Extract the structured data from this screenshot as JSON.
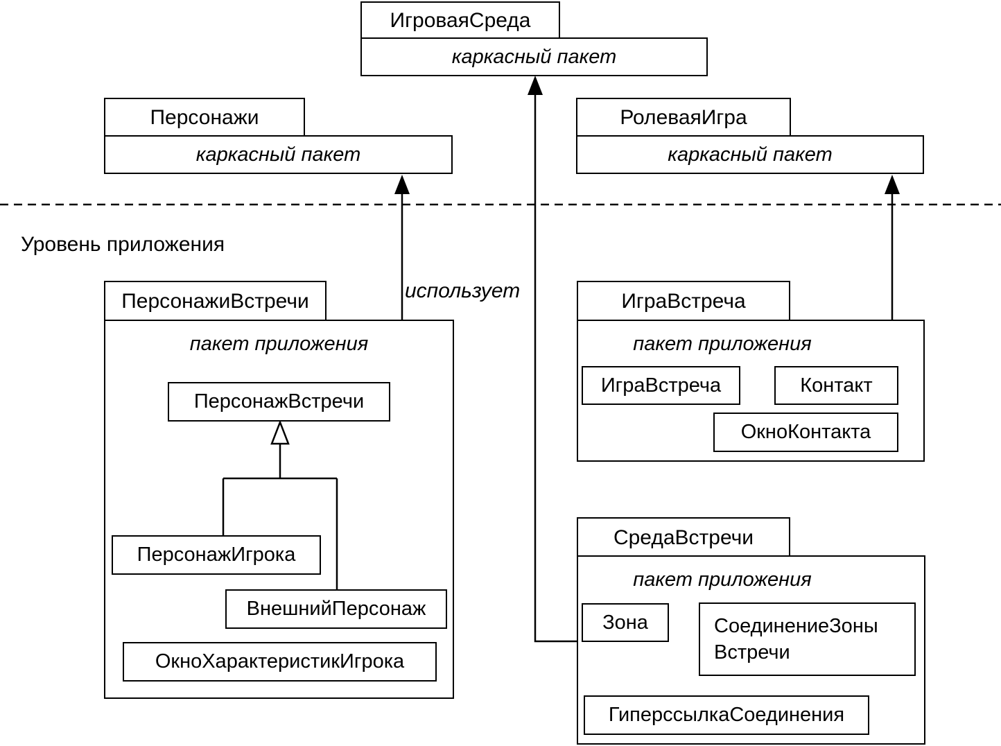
{
  "packages": {
    "game_env": {
      "name": "ИгроваяСреда",
      "stereotype": "каркасный пакет"
    },
    "characters": {
      "name": "Персонажи",
      "stereotype": "каркасный пакет"
    },
    "role_game": {
      "name": "РолеваяИгра",
      "stereotype": "каркасный пакет"
    },
    "encounter_chars": {
      "name": "ПерсонажиВстречи",
      "stereotype": "пакет приложения",
      "classes": {
        "encounter_char": "ПерсонажВстречи",
        "player_char": "ПерсонажИгрока",
        "external_char": "ВнешнийПерсонаж",
        "player_stats_window": "ОкноХарактеристикИгрока"
      }
    },
    "encounter_game": {
      "name": "ИграВстреча",
      "stereotype": "пакет приложения",
      "classes": {
        "encounter_game": "ИграВстреча",
        "contact": "Контакт",
        "contact_window": "ОкноКонтакта"
      }
    },
    "encounter_env": {
      "name": "СредаВстречи",
      "stereotype": "пакет приложения",
      "classes": {
        "zone": "Зона",
        "zone_connection_line1": "СоединениеЗоны",
        "zone_connection_line2": "Встречи",
        "connection_hyperlink": "ГиперссылкаСоединения"
      }
    }
  },
  "layer_label": "Уровень приложения",
  "uses_label": "использует"
}
